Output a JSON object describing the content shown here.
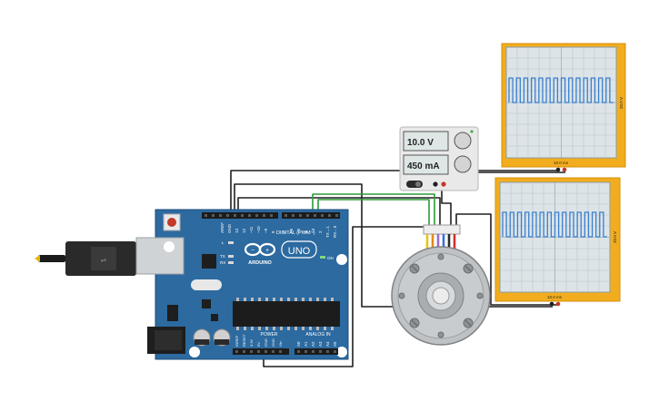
{
  "power_supply": {
    "voltage": "10.0 V",
    "current": "450 mA"
  },
  "arduino": {
    "model_logo": "UNO",
    "brand": "ARDUINO",
    "digital_label": "DIGITAL (PWM~)",
    "power_label": "POWER",
    "analog_label": "ANALOG IN",
    "on_label": "ON",
    "led_l": "L",
    "led_tx": "TX",
    "led_rx": "RX",
    "top_pins": [
      "AREF",
      "GND",
      "13",
      "12",
      "~11",
      "~10",
      "~9",
      "8",
      "7",
      "~6",
      "~5",
      "4",
      "~3",
      "2",
      "TX→1",
      "RX←0"
    ],
    "power_pins": [
      "IOREF",
      "RESET",
      "3.3V",
      "5V",
      "GND",
      "GND",
      "Vin"
    ],
    "analog_pins": [
      "A0",
      "A1",
      "A2",
      "A3",
      "A4",
      "A5"
    ]
  },
  "oscilloscope_1": {
    "time_label": "10.0 ms",
    "volt_label": "20.0 V",
    "pulse_count": 14
  },
  "oscilloscope_2": {
    "time_label": "10.0 ms",
    "volt_label": "20.0 V",
    "pulse_count": 14
  },
  "colors": {
    "board": "#2c6aa0",
    "scope_frame": "#f2ad1e",
    "signal": "#3a7fd0",
    "wire": "#1f1f1f",
    "wire_green": "#2e9a3a"
  }
}
